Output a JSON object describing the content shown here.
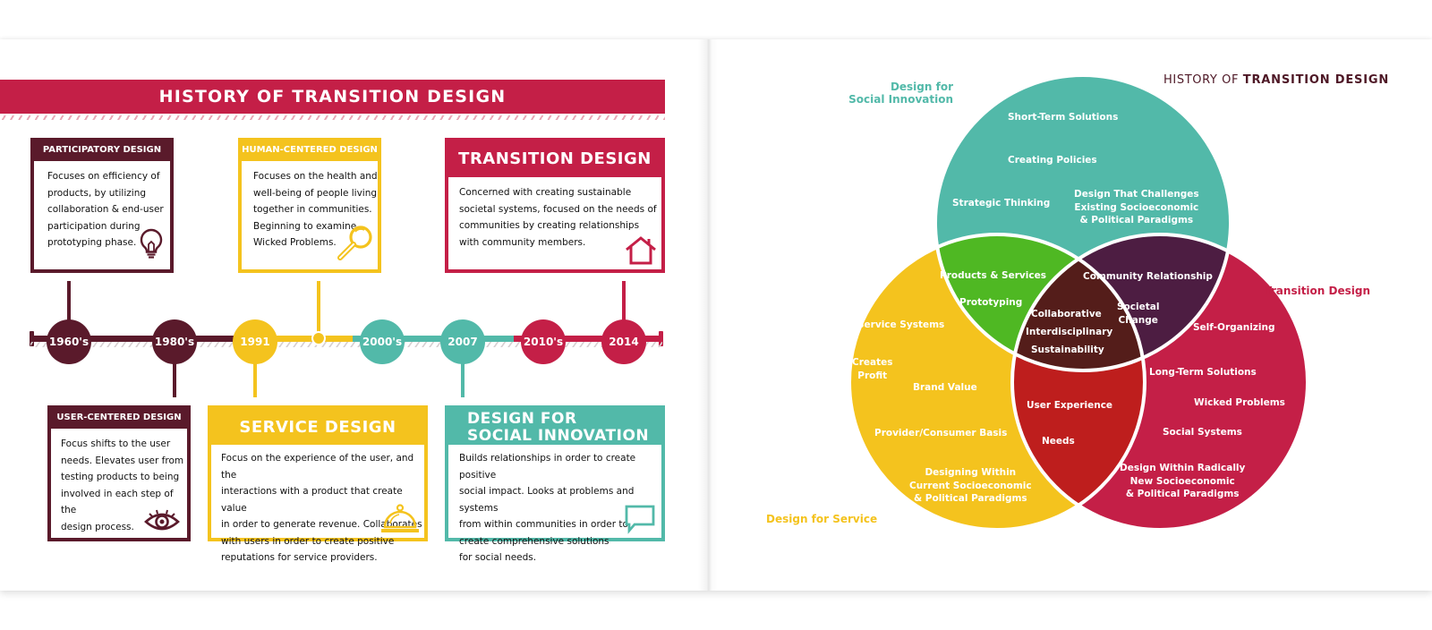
{
  "left": {
    "banner_title": "HISTORY OF TRANSITION DESIGN",
    "cards": [
      {
        "id": "participatory",
        "title": "PARTICIPATORY DESIGN",
        "lines": [
          "Focuses on efficiency of",
          "products, by utilizing",
          "collaboration & end-user",
          "participation during",
          "prototyping phase."
        ],
        "icon": "lightbulb-icon",
        "color": "#5a1a2b"
      },
      {
        "id": "human-centered",
        "title": "HUMAN-CENTERED DESIGN",
        "lines": [
          "Focuses on the health and",
          "well-being of people living",
          "together in communities.",
          "Beginning to examine",
          "Wicked Problems."
        ],
        "icon": "magnifier-icon",
        "color": "#f4c31e"
      },
      {
        "id": "transition",
        "title": "TRANSITION DESIGN",
        "lines": [
          "Concerned with creating sustainable",
          "societal systems, focused on the needs of",
          "communities by creating relationships",
          "with community members."
        ],
        "icon": "house-icon",
        "color": "#c41f47"
      },
      {
        "id": "user-centered",
        "title": "USER-CENTERED DESIGN",
        "lines": [
          "Focus shifts to the user",
          "needs. Elevates user from",
          "testing products to being",
          "involved in each step of the",
          "design process."
        ],
        "icon": "eye-icon",
        "color": "#5a1a2b"
      },
      {
        "id": "service",
        "title": "SERVICE DESIGN",
        "lines": [
          "Focus on the experience of the user, and the",
          "interactions with a product that create value",
          "in order to generate revenue. Collaborates",
          "with users in order to create positive",
          "reputations for service providers."
        ],
        "icon": "service-bell-icon",
        "color": "#f4c31e"
      },
      {
        "id": "social-innovation",
        "title_lines": [
          "DESIGN FOR",
          "SOCIAL INNOVATION"
        ],
        "lines": [
          "Builds relationships in order to create positive",
          "social impact. Looks at problems and systems",
          "from within communities in order to",
          "create comprehensive solutions",
          "for social needs."
        ],
        "icon": "speech-bubble-icon",
        "color": "#52b9a9"
      }
    ],
    "timeline": [
      {
        "label": "1960's",
        "color": "#5a1a2b"
      },
      {
        "label": "1980's",
        "color": "#5a1a2b"
      },
      {
        "label": "1991",
        "color": "#f4c31e"
      },
      {
        "label": "2000's",
        "color": "#52b9a9"
      },
      {
        "label": "2007",
        "color": "#52b9a9"
      },
      {
        "label": "2010's",
        "color": "#c41f47"
      },
      {
        "label": "2014",
        "color": "#c41f47"
      }
    ]
  },
  "right": {
    "doc_title_light": "HISTORY OF",
    "doc_title_bold": "TRANSITION DESIGN",
    "circle_labels": {
      "social_innovation": [
        "Design for",
        "Social Innovation"
      ],
      "service": "Design for Service",
      "transition": "Transition Design"
    },
    "colors": {
      "social_innovation": "#52b9a9",
      "service": "#f4c31e",
      "transition": "#c41f47",
      "si_service": "#4fb823",
      "si_transition": "#4d1d42",
      "service_transition": "#be1e1d",
      "center": "#541d1a"
    },
    "regions": {
      "social_innovation": [
        "Short-Term Solutions",
        "Creating Policies",
        "Strategic Thinking",
        "Design That Challenges\nExisting Socioeconomic\n& Political Paradigms"
      ],
      "service": [
        "Service Systems",
        "Creates\nProfit",
        "Brand Value",
        "Provider/Consumer Basis",
        "Designing Within\nCurrent Socioeconomic\n& Political Paradigms"
      ],
      "transition": [
        "Self-Organizing",
        "Long-Term Solutions",
        "Wicked Problems",
        "Social Systems",
        "Design Within Radically\nNew Socioeconomic\n& Political Paradigms"
      ],
      "si_service": [
        "Products & Services",
        "Prototyping"
      ],
      "si_transition": [
        "Community Relationship",
        "Societal\nChange"
      ],
      "service_transition": [
        "User Experience",
        "Needs"
      ],
      "center": [
        "Collaborative",
        "Interdisciplinary",
        "Sustainability"
      ]
    }
  }
}
